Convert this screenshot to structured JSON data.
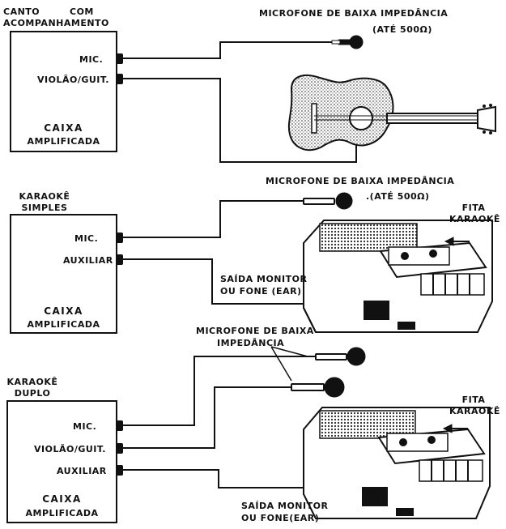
{
  "section1": {
    "title_line1": "CANTO",
    "title_word2": "COM",
    "title_line2": "ACOMPANHAMENTO",
    "inputs": [
      "MIC.",
      "VIOLÃO/GUIT."
    ],
    "box_label_1": "CAIXA",
    "box_label_2": "AMPLIFICADA",
    "mic_label": "MICROFONE DE BAIXA IMPEDÂNCIA",
    "mic_spec": "(ATÉ 500Ω)"
  },
  "section2": {
    "title_line1": "KARAOKÊ",
    "title_line2": "SIMPLES",
    "inputs": [
      "MIC.",
      "AUXILIAR"
    ],
    "box_label_1": "CAIXA",
    "box_label_2": "AMPLIFICADA",
    "mic_label": "MICROFONE DE BAIXA IMPEDÂNCIA",
    "mic_spec": ".(ATÉ 500Ω)",
    "tape_label_1": "FITA",
    "tape_label_2": "KARAOKÊ",
    "output_label_1": "SAÍDA MONITOR",
    "output_label_2": "OU FONE (EAR)"
  },
  "section3": {
    "title_line1": "KARAOKÊ",
    "title_line2": "DUPLO",
    "inputs": [
      "MIC.",
      "VIOLÃO/GUIT.",
      "AUXILIAR"
    ],
    "box_label_1": "CAIXA",
    "box_label_2": "AMPLIFICADA",
    "mic_label_1": "MICROFONE DE BAIXA",
    "mic_label_2": "IMPEDÂNCIA",
    "tape_label_1": "FITA",
    "tape_label_2": "KARAOKÊ",
    "output_label_1": "SAÍDA MONITOR",
    "output_label_2": "OU FONE(EAR)"
  },
  "colors": {
    "ink": "#111111",
    "paper": "#ffffff",
    "shade": "#9a9a9a"
  }
}
